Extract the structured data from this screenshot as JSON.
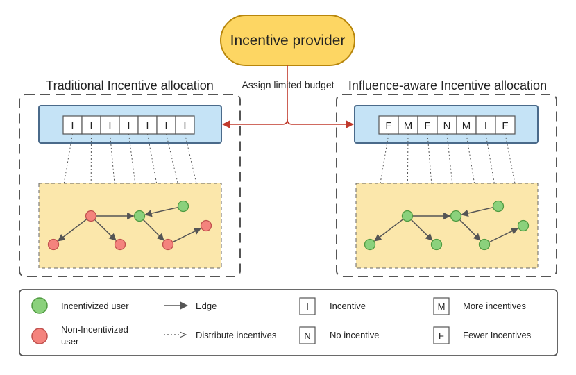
{
  "provider": {
    "label": "Incentive provider"
  },
  "budget_label": "Assign limited budget",
  "left_panel": {
    "title": "Traditional Incentive allocation",
    "allocation": [
      "I",
      "I",
      "I",
      "I",
      "I",
      "I",
      "I"
    ],
    "users": [
      {
        "status": "non-incentivized"
      },
      {
        "status": "non-incentivized"
      },
      {
        "status": "non-incentivized"
      },
      {
        "status": "incentivized"
      },
      {
        "status": "non-incentivized"
      },
      {
        "status": "non-incentivized"
      },
      {
        "status": "incentivized"
      }
    ]
  },
  "right_panel": {
    "title": "Influence-aware Incentive allocation",
    "allocation": [
      "F",
      "M",
      "F",
      "N",
      "M",
      "I",
      "F"
    ],
    "users": [
      {
        "status": "incentivized"
      },
      {
        "status": "incentivized"
      },
      {
        "status": "incentivized"
      },
      {
        "status": "incentivized"
      },
      {
        "status": "incentivized"
      },
      {
        "status": "incentivized"
      },
      {
        "status": "incentivized"
      }
    ]
  },
  "legend": {
    "incentivized_user": "Incentivized user",
    "non_incentivized_user_line1": "Non-Incentivized",
    "non_incentivized_user_line2": "user",
    "edge": "Edge",
    "distribute": "Distribute incentives",
    "incentive_symbol": "I",
    "incentive": "Incentive",
    "no_incentive_symbol": "N",
    "no_incentive": "No incentive",
    "more_symbol": "M",
    "more": "More incentives",
    "fewer_symbol": "F",
    "fewer": "Fewer Incentives"
  },
  "colors": {
    "provider_fill": "#fdd663",
    "provider_stroke": "#b8860b",
    "allocation_fill": "#c5e3f6",
    "allocation_stroke": "#4a6a8a",
    "network_fill": "#fbe7ab",
    "incentivized": "#8bd17c",
    "incentivized_stroke": "#4f9a40",
    "non_incentivized": "#f4837d",
    "non_incentivized_stroke": "#c0504d",
    "budget_arrow": "#c0392b",
    "frame": "#555555"
  }
}
